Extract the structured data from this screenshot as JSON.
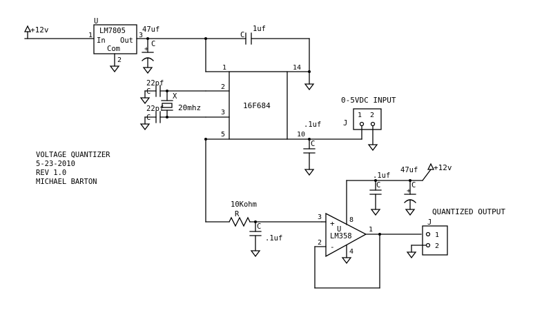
{
  "supply": {
    "label": "+12v"
  },
  "supply2": {
    "label": "+12v"
  },
  "regulator": {
    "ref": "U",
    "part": "LM7805",
    "pin_in_name": "In",
    "pin_out_name": "Out",
    "pin_com_name": "Com",
    "pin_in": "1",
    "pin_out": "3",
    "pin_com": "2"
  },
  "cap_out": {
    "ref": "C",
    "value": "47uf"
  },
  "cap_bypass": {
    "ref": "C",
    "value": "1uf"
  },
  "mcu": {
    "part": "16F684",
    "pin1": "1",
    "pin14": "14",
    "pin2": "2",
    "pin3": "3",
    "pin5": "5",
    "pin10": "10"
  },
  "cap_xtal1": {
    "ref": "C",
    "value": "22pf"
  },
  "cap_xtal2": {
    "ref": "C",
    "value": "22pf"
  },
  "crystal": {
    "ref": "X",
    "value": "20mhz"
  },
  "input_conn": {
    "title": "0-5VDC INPUT",
    "ref": "J",
    "pin1": "1",
    "pin2": "2"
  },
  "cap_in": {
    "ref": "C",
    "value": ".1uf"
  },
  "notes": {
    "line1": "VOLTAGE QUANTIZER",
    "line2": "5-23-2010",
    "line3": "REV 1.0",
    "line4": "MICHAEL BARTON"
  },
  "resistor": {
    "ref": "R",
    "value": "10Kohm"
  },
  "cap_filter": {
    "ref": "C",
    "value": ".1uf"
  },
  "cap_op1": {
    "ref": "C",
    "value": ".1uf"
  },
  "cap_op2": {
    "ref": "C",
    "value": "47uf"
  },
  "opamp": {
    "ref": "U",
    "part": "LM358",
    "plus": "+",
    "minus": "-",
    "pin3": "3",
    "pin2": "2",
    "pin8": "8",
    "pin4": "4",
    "pin1": "1"
  },
  "output_conn": {
    "title": "QUANTIZED OUTPUT",
    "ref": "J",
    "pin1": "1",
    "pin2": "2"
  }
}
